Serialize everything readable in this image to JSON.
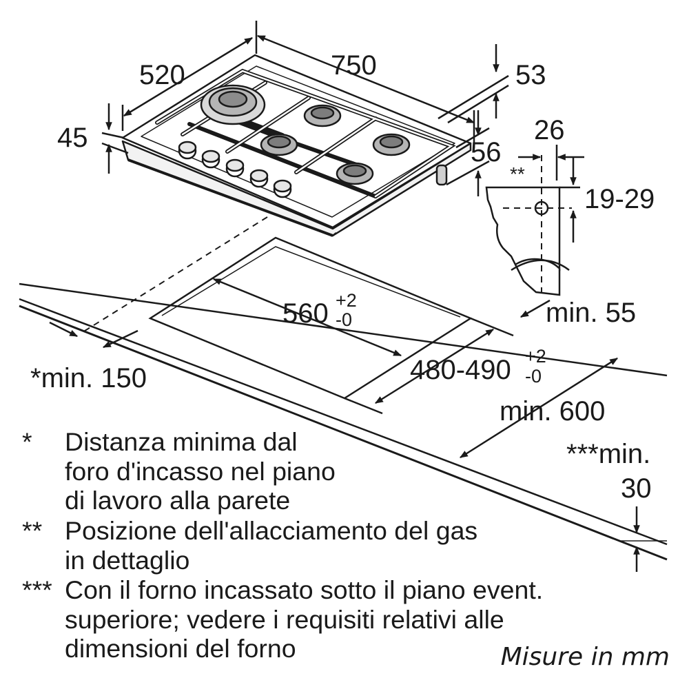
{
  "dimensions": {
    "depth_hob": "520",
    "width_hob": "750",
    "height_hob": "45",
    "gas_offset_top": "53",
    "gas_offset_side": "56",
    "gas_detail_width": "26",
    "gas_detail_height": "19-29",
    "gas_detail_mark": "**",
    "min_rear": "min. 55",
    "cutout_width": "560",
    "cutout_width_tol_plus": "+2",
    "cutout_width_tol_minus": "-0",
    "cutout_depth": "480-490",
    "cutout_depth_tol_plus": "+2",
    "cutout_depth_tol_minus": "-0",
    "min_side": "*min. 150",
    "min_worktop": "min. 600",
    "min_oven_line1": "***min.",
    "min_oven_line2": "30"
  },
  "notes": [
    {
      "mark": "*",
      "lines": [
        "Distanza minima dal",
        "foro d'incasso nel piano",
        "di lavoro alla parete"
      ]
    },
    {
      "mark": "**",
      "lines": [
        "Posizione dell'allacciamento del gas",
        "in dettaglio"
      ]
    },
    {
      "mark": "***",
      "lines": [
        "Con il forno incassato sotto il piano event.",
        "superiore; vedere i requisiti relativi alle",
        "dimensioni del forno"
      ]
    }
  ],
  "units": "Misure in mm"
}
